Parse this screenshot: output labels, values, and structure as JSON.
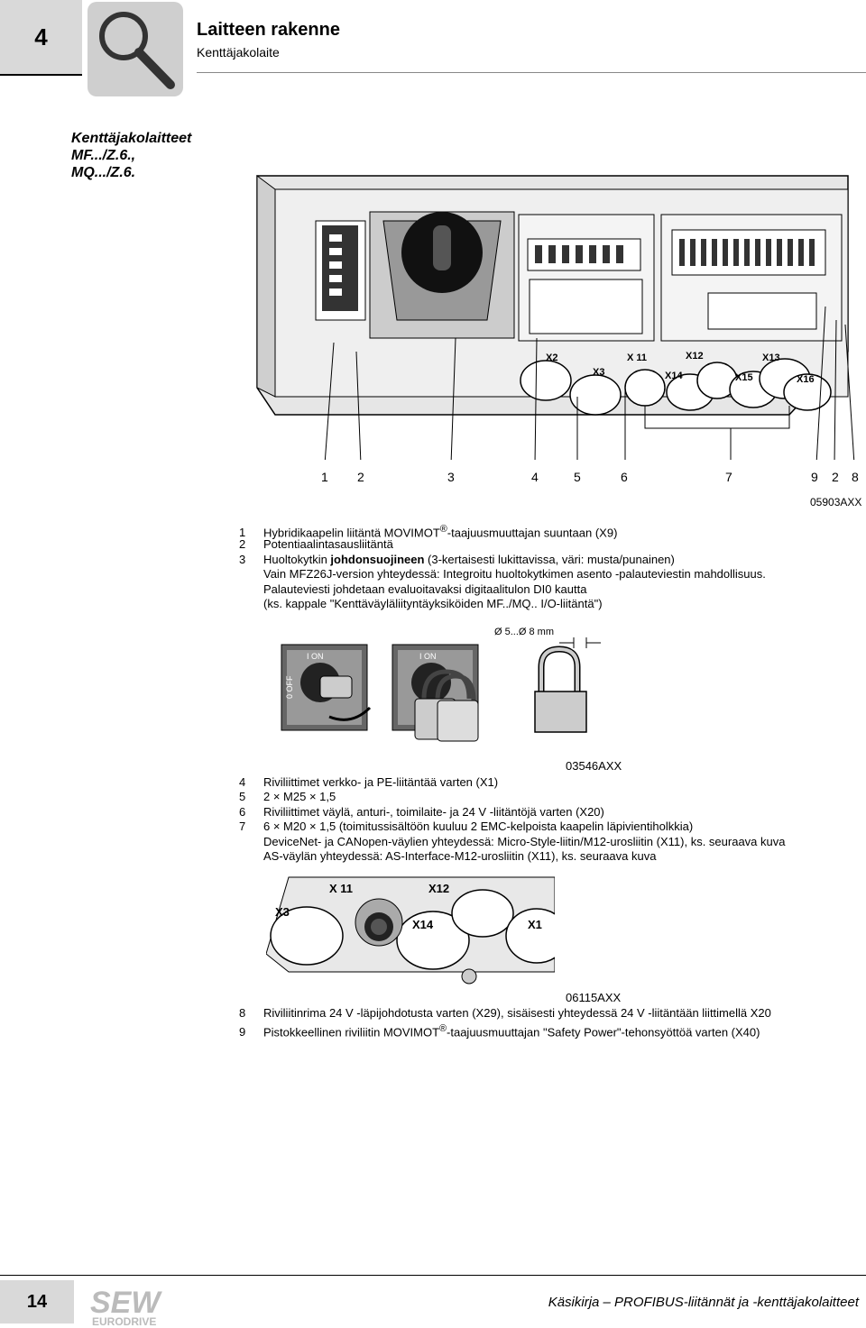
{
  "header": {
    "chapter_number": "4",
    "title": "Laitteen rakenne",
    "subtitle": "Kenttäjakolaite"
  },
  "side_heading": {
    "line1": "Kenttäjakolaitteet",
    "line2": "MF.../Z.6.,",
    "line3": "MQ.../Z.6."
  },
  "figure1": {
    "code": "05903AXX",
    "callouts": [
      "1",
      "2",
      "3",
      "4",
      "5",
      "6",
      "7",
      "9",
      "2",
      "8"
    ],
    "connector_labels": [
      "X2",
      "X3",
      "X 11",
      "X12",
      "X14",
      "X15",
      "X13",
      "X16"
    ]
  },
  "items_a": [
    {
      "num": "1",
      "text": "Hybridikaapelin liitäntä MOVIMOT",
      "sup": "®",
      "text2": "-taajuusmuuttajan suuntaan (X9)"
    },
    {
      "num": "2",
      "text": "Potentiaalintasausliitäntä"
    },
    {
      "num": "3",
      "text": "Huoltokytkin ",
      "bold": "johdonsuojineen",
      "text2": " (3-kertaisesti lukittavissa, väri: musta/punainen)"
    }
  ],
  "item3_cont": [
    "Vain MFZ26J-version yhteydessä: Integroitu huoltokytkimen asento -palauteviestin mahdollisuus.",
    "Palauteviesti johdetaan evaluoitavaksi digitaalitulon DI0 kautta",
    "(ks. kappale \"Kenttäväyläliityntäyksiköiden MF../MQ.. I/O-liitäntä\")"
  ],
  "figure2": {
    "code": "03546AXX",
    "lock_label": "Ø 5...Ø 8 mm",
    "switch_text": "I ON",
    "switch_text2": "0 OFF"
  },
  "items_b": [
    {
      "num": "4",
      "text": "Riviliittimet verkko- ja PE-liitäntää varten (X1)"
    },
    {
      "num": "5",
      "text": "2 × M25 × 1,5"
    },
    {
      "num": "6",
      "text": "Riviliittimet väylä, anturi-, toimilaite- ja 24 V -liitäntöjä varten (X20)"
    },
    {
      "num": "7",
      "text": "6 × M20 × 1,5 (toimitussisältöön kuuluu 2 EMC-kelpoista kaapelin läpivientiholkkia)"
    }
  ],
  "item7_cont": [
    "DeviceNet- ja CANopen-väylien yhteydessä: Micro-Style-liitin/M12-urosliitin (X11), ks. seuraava kuva",
    "AS-väylän yhteydessä: AS-Interface-M12-urosliitin (X11), ks. seuraava kuva"
  ],
  "figure3": {
    "code": "06115AXX",
    "labels": [
      "X 11",
      "X12",
      "X3",
      "X14",
      "X1"
    ]
  },
  "items_c": [
    {
      "num": "8",
      "text": "Riviliitinrima 24 V -läpijohdotusta varten (X29), sisäisesti yhteydessä 24 V -liitäntään liittimellä X20"
    },
    {
      "num": "9",
      "text": "Pistokkeellinen riviliitin MOVIMOT",
      "sup": "®",
      "text2": "-taajuusmuuttajan \"Safety Power\"-tehonsyöttöä varten (X40)"
    }
  ],
  "footer": {
    "page_number": "14",
    "logo_text": "SEW",
    "logo_subtext": "EURODRIVE",
    "text": "Käsikirja – PROFIBUS-liitännät ja -kenttäjakolaitteet"
  }
}
